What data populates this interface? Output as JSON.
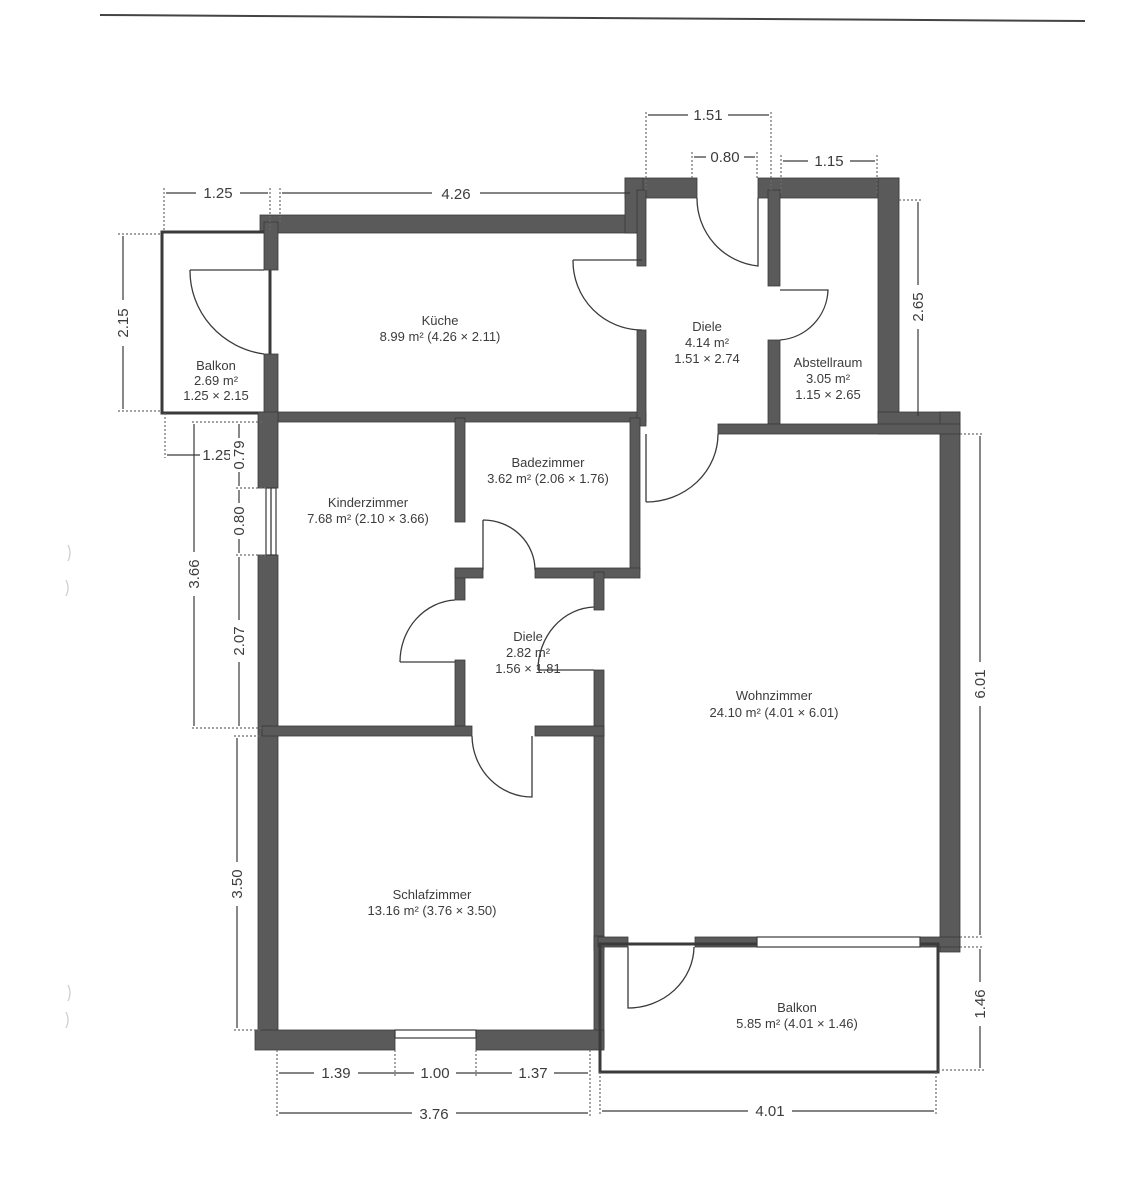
{
  "floorplan": {
    "rooms": [
      {
        "id": "kueche",
        "name": "Küche",
        "line2": "8.99 m² (4.26 × 2.11)",
        "line3": ""
      },
      {
        "id": "balkon-small",
        "name": "Balkon",
        "line2": "2.69 m²",
        "line3": "1.25 × 2.15"
      },
      {
        "id": "diele-top",
        "name": "Diele",
        "line2": "4.14 m²",
        "line3": "1.51 × 2.74"
      },
      {
        "id": "abstellraum",
        "name": "Abstellraum",
        "line2": "3.05 m²",
        "line3": "1.15 × 2.65"
      },
      {
        "id": "kinderzimmer",
        "name": "Kinderzimmer",
        "line2": "7.68 m² (2.10 × 3.66)",
        "line3": ""
      },
      {
        "id": "badezimmer",
        "name": "Badezimmer",
        "line2": "3.62 m² (2.06 × 1.76)",
        "line3": ""
      },
      {
        "id": "diele-middle",
        "name": "Diele",
        "line2": "2.82 m²",
        "line3": "1.56 × 1.81"
      },
      {
        "id": "wohnzimmer",
        "name": "Wohnzimmer",
        "line2": "24.10 m² (4.01 × 6.01)",
        "line3": ""
      },
      {
        "id": "schlafzimmer",
        "name": "Schlafzimmer",
        "line2": "13.16 m² (3.76 × 3.50)",
        "line3": ""
      },
      {
        "id": "balkon-large",
        "name": "Balkon",
        "line2": "5.85 m² (4.01 × 1.46)",
        "line3": ""
      }
    ],
    "dimensions": {
      "top_balkon_width": "1.25",
      "top_kueche_width": "4.26",
      "top_diele_width": "1.51",
      "top_entry_door": "0.80",
      "top_abstell_width": "1.15",
      "left_balkon_height": "2.15",
      "left_balkon_bottom_width": "1.25",
      "left_kinder_wall_top": "0.79",
      "left_kinder_window": "0.80",
      "left_kinder_wall_bottom": "2.07",
      "left_kinder_height": "3.66",
      "left_schlaf_height": "3.50",
      "right_abstell_height": "2.65",
      "right_wohn_height": "6.01",
      "right_balkon_height": "1.46",
      "bottom_schlaf_left": "1.39",
      "bottom_schlaf_window": "1.00",
      "bottom_schlaf_right": "1.37",
      "bottom_schlaf_width": "3.76",
      "bottom_balkon_width": "4.01"
    },
    "colors": {
      "wall": "#5a5a5a",
      "line": "#3a3a3a",
      "text": "#3c3c3c",
      "background": "#ffffff"
    }
  }
}
